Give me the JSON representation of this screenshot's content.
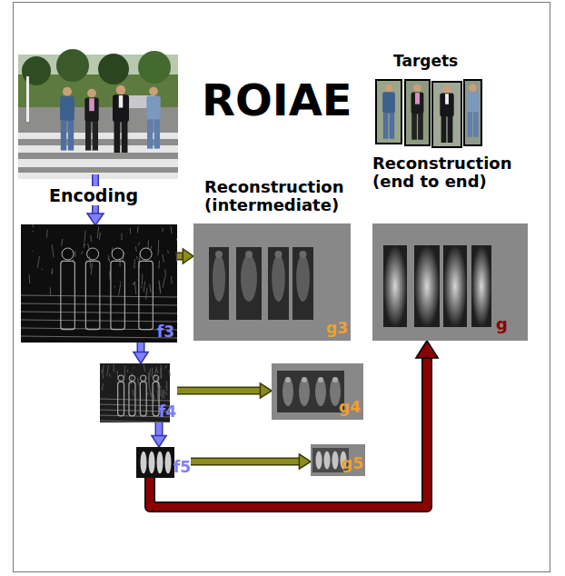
{
  "diagram": {
    "title": "ROIAE",
    "nodes": [
      {
        "text": [
          "f3"
        ]
      },
      {
        "text": [
          "Reconstruction (intermediate)",
          "g3"
        ]
      },
      {
        "text": [
          "f4"
        ]
      },
      {
        "text": [
          "g4"
        ]
      },
      {
        "text": [
          "f5"
        ]
      },
      {
        "text": [
          "g5"
        ]
      },
      {
        "text": [
          "Reconstruction (end to end)",
          "g"
        ]
      }
    ],
    "edges": [
      {
        "from": 0,
        "to": 2,
        "arrow": "to"
      },
      {
        "from": 0,
        "to": 1,
        "arrow": "to"
      },
      {
        "from": 2,
        "to": 3,
        "arrow": "to"
      },
      {
        "from": 2,
        "to": 4,
        "arrow": "to"
      },
      {
        "from": 4,
        "to": 5,
        "arrow": "to"
      },
      {
        "from": 4,
        "to": 6,
        "arrow": "to"
      }
    ],
    "labels": [
      "Targets",
      "Encoding"
    ]
  }
}
